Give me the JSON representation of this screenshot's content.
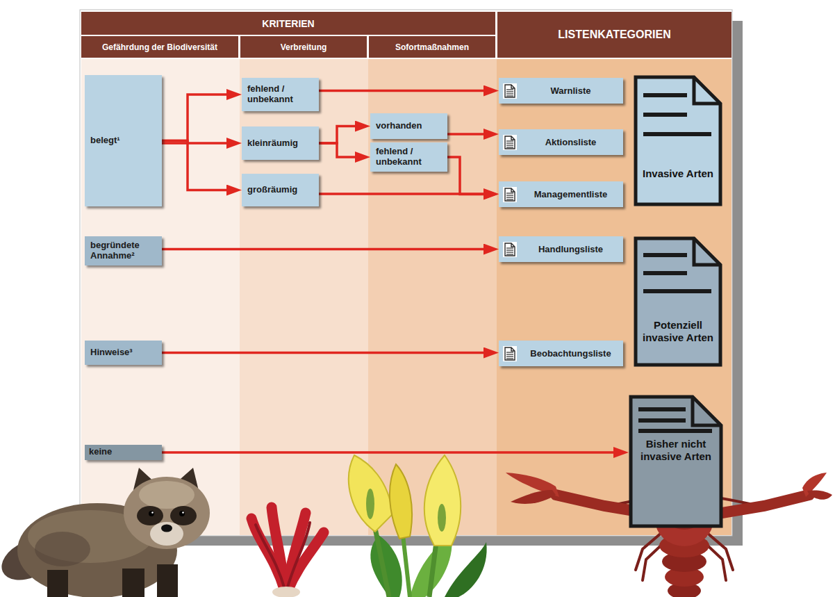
{
  "diagram": {
    "nodes": [
      {
        "text": [
          "KRITERIEN"
        ]
      },
      {
        "text": [
          "LISTENKATEGORIEN"
        ]
      },
      {
        "text": [
          "Gefährdung der Biodiversität"
        ]
      },
      {
        "text": [
          "Verbreitung"
        ]
      },
      {
        "text": [
          "Sofortmaßnahmen"
        ]
      },
      {
        "text": [
          "belegt¹"
        ]
      },
      {
        "text": [
          "fehlend / unbekannt"
        ]
      },
      {
        "text": [
          "Warnliste"
        ]
      },
      {
        "text": [
          "kleinräumig"
        ]
      },
      {
        "text": [
          "vorhanden"
        ]
      },
      {
        "text": [
          "fehlend / unbekannt"
        ]
      },
      {
        "text": [
          "Aktionsliste"
        ]
      },
      {
        "text": [
          "großräumig"
        ]
      },
      {
        "text": [
          "Managementliste"
        ]
      },
      {
        "text": [
          "Invasive Arten"
        ]
      },
      {
        "text": [
          "begründete Annahme²"
        ]
      },
      {
        "text": [
          "Handlungsliste"
        ]
      },
      {
        "text": [
          "Hinweise³"
        ]
      },
      {
        "text": [
          "Beobachtungsliste"
        ]
      },
      {
        "text": [
          "Potenziell invasive Arten"
        ]
      },
      {
        "text": [
          "keine"
        ]
      },
      {
        "text": [
          "Bisher nicht invasive Arten"
        ]
      }
    ],
    "edges": [
      {
        "from": 5,
        "to": 6,
        "arrow": "to"
      },
      {
        "from": 5,
        "to": 8,
        "arrow": "to"
      },
      {
        "from": 5,
        "to": 12,
        "arrow": "to"
      },
      {
        "from": 6,
        "to": 7,
        "arrow": "to"
      },
      {
        "from": 8,
        "to": 9,
        "arrow": "to"
      },
      {
        "from": 8,
        "to": 10,
        "arrow": "to"
      },
      {
        "from": 9,
        "to": 11,
        "arrow": "to"
      },
      {
        "from": 10,
        "to": 13,
        "arrow": "to"
      },
      {
        "from": 12,
        "to": 13,
        "arrow": "to"
      },
      {
        "from": 15,
        "to": 16,
        "arrow": "to"
      },
      {
        "from": 17,
        "to": 18,
        "arrow": "to"
      },
      {
        "from": 20,
        "to": 21,
        "arrow": "to"
      }
    ]
  }
}
